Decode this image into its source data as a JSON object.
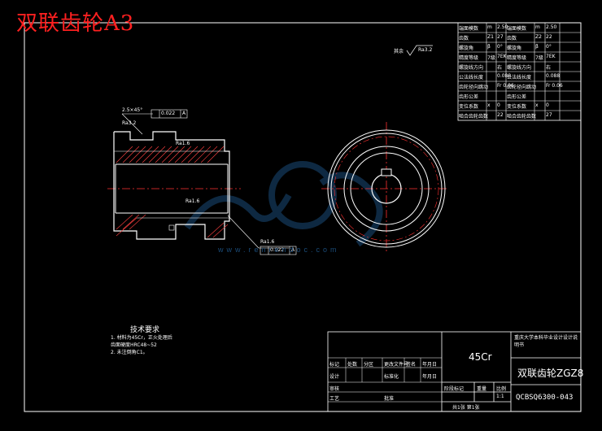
{
  "title": "双联齿轮A3",
  "gear_table": {
    "rows": [
      [
        "端面模数",
        "m",
        "2.50",
        "端面模数",
        "m",
        "2.50"
      ],
      [
        "齿数",
        "Z1",
        "27",
        "齿数",
        "Z2",
        "22"
      ],
      [
        "螺旋角",
        "β",
        "0°",
        "螺旋角",
        "β",
        "0°"
      ],
      [
        "精度等级",
        "7级",
        "7EK",
        "精度等级",
        "7级",
        "7EK"
      ],
      [
        "螺旋线方向",
        "",
        "右",
        "螺旋线方向",
        "",
        "右"
      ],
      [
        "公法线长度",
        "",
        "0.088",
        "公法线长度",
        "",
        "0.088"
      ],
      [
        "齿轮径向跳动",
        "",
        "Fr 0.06",
        "齿轮径向跳动",
        "",
        "Fr 0.06"
      ],
      [
        "齿形公差",
        "",
        "",
        "齿形公差",
        "",
        ""
      ],
      [
        "变位系数",
        "x",
        "0",
        "变位系数",
        "x",
        "0"
      ],
      [
        "啮合齿轮齿数",
        "",
        "22",
        "啮合齿轮齿数",
        "",
        "27"
      ]
    ]
  },
  "annotations": {
    "chamfer": "2.5×45°",
    "tol_top": "0.022",
    "datum_a": "A",
    "ra_top": "Ra3.2",
    "ra_mid": "Ra1.6",
    "ra_bore": "Ra1.6",
    "ra_rest": "其余",
    "ra_rest_val": "Ra3.2",
    "ra_right": "Ra1.6",
    "tol_right": "0.022",
    "datum_b": "A"
  },
  "notes": {
    "heading": "技术要求",
    "lines": [
      "1. 材料为45Cr，正火处理后",
      "齿面硬度HRC48~52",
      "2. 未注倒角C1。"
    ]
  },
  "title_block": {
    "material": "45Cr",
    "school": "重庆大学本科毕业设计设计说明书",
    "part_name": "双联齿轮ZGZ8",
    "drawing_no": "QCBSQ6300-043",
    "scale_label": "比例",
    "scale": "1:1",
    "weight_label": "重量",
    "stage_label": "阶段标记",
    "sheet_info": "共1张 第1张",
    "rows": [
      [
        "标记",
        "处数",
        "分区",
        "更改文件号",
        "签名",
        "年月日"
      ],
      [
        "设计",
        "",
        "",
        "标准化",
        "",
        "年月日"
      ],
      [
        "审核",
        "",
        "",
        "",
        "",
        ""
      ],
      [
        "工艺",
        "",
        "",
        "批准",
        "",
        ""
      ]
    ]
  },
  "watermark": "www.renrendoc.com",
  "colors": {
    "title": "#ff2020",
    "center_line": "#ff3030",
    "hatch": "#ff4040",
    "frame": "#ffffff",
    "watermark": "#1a4b78"
  }
}
